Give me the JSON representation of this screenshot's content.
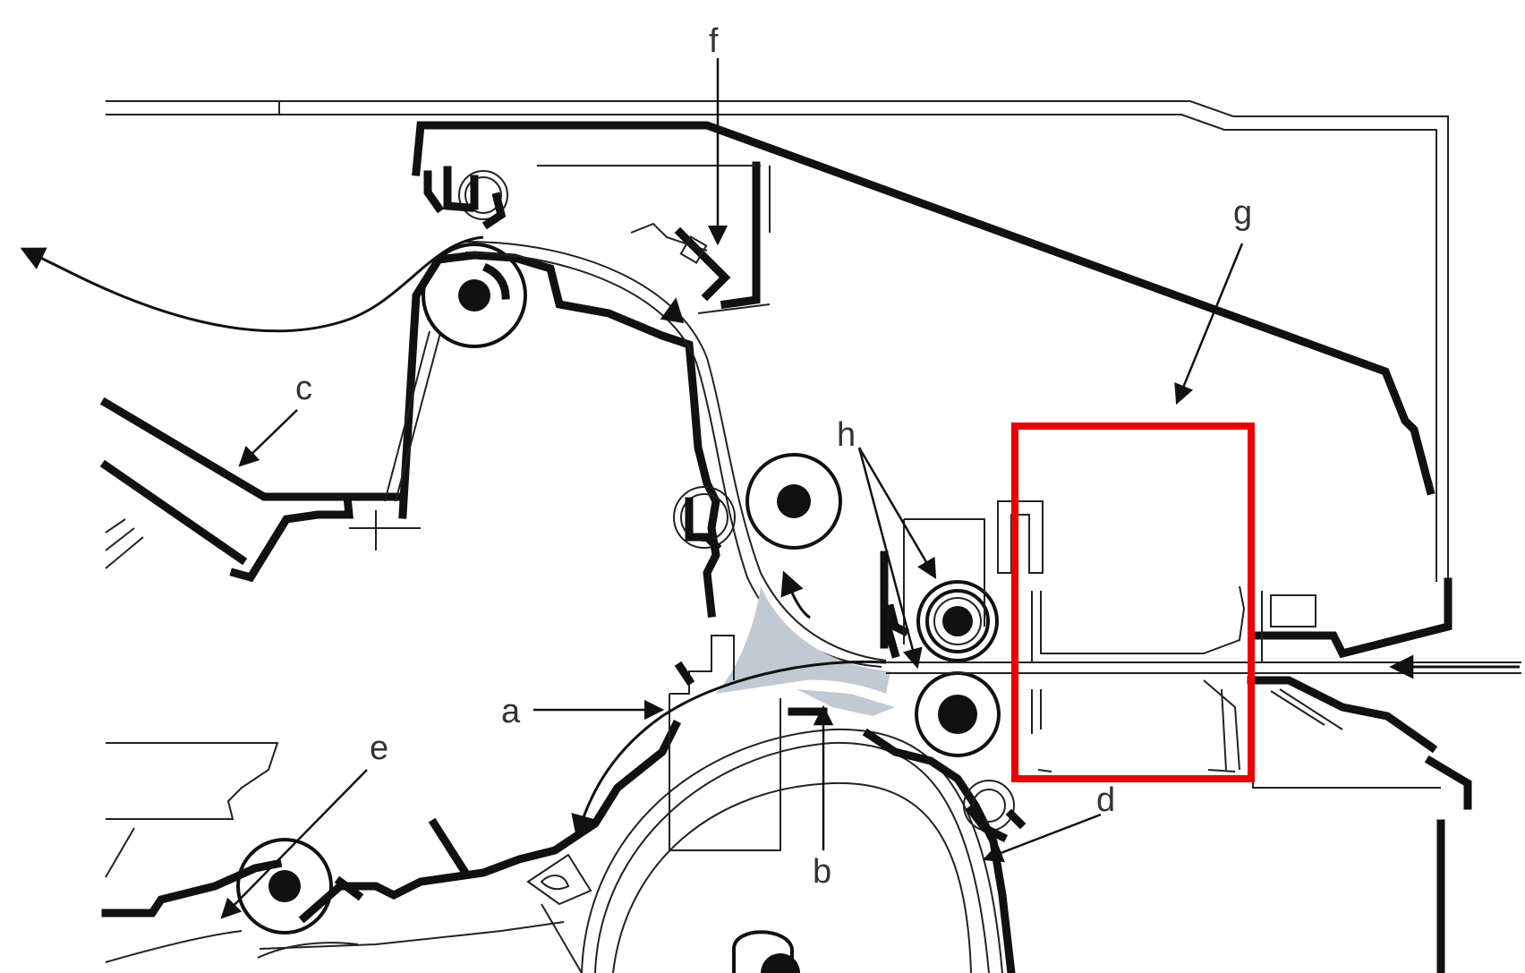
{
  "labels": {
    "a": "a",
    "b": "b",
    "c": "c",
    "d": "d",
    "e": "e",
    "f": "f",
    "g": "g",
    "h": "h"
  },
  "colors": {
    "highlight_box": "#ee0000",
    "line": "#111111",
    "shaded_region": "#c3c9d2"
  }
}
